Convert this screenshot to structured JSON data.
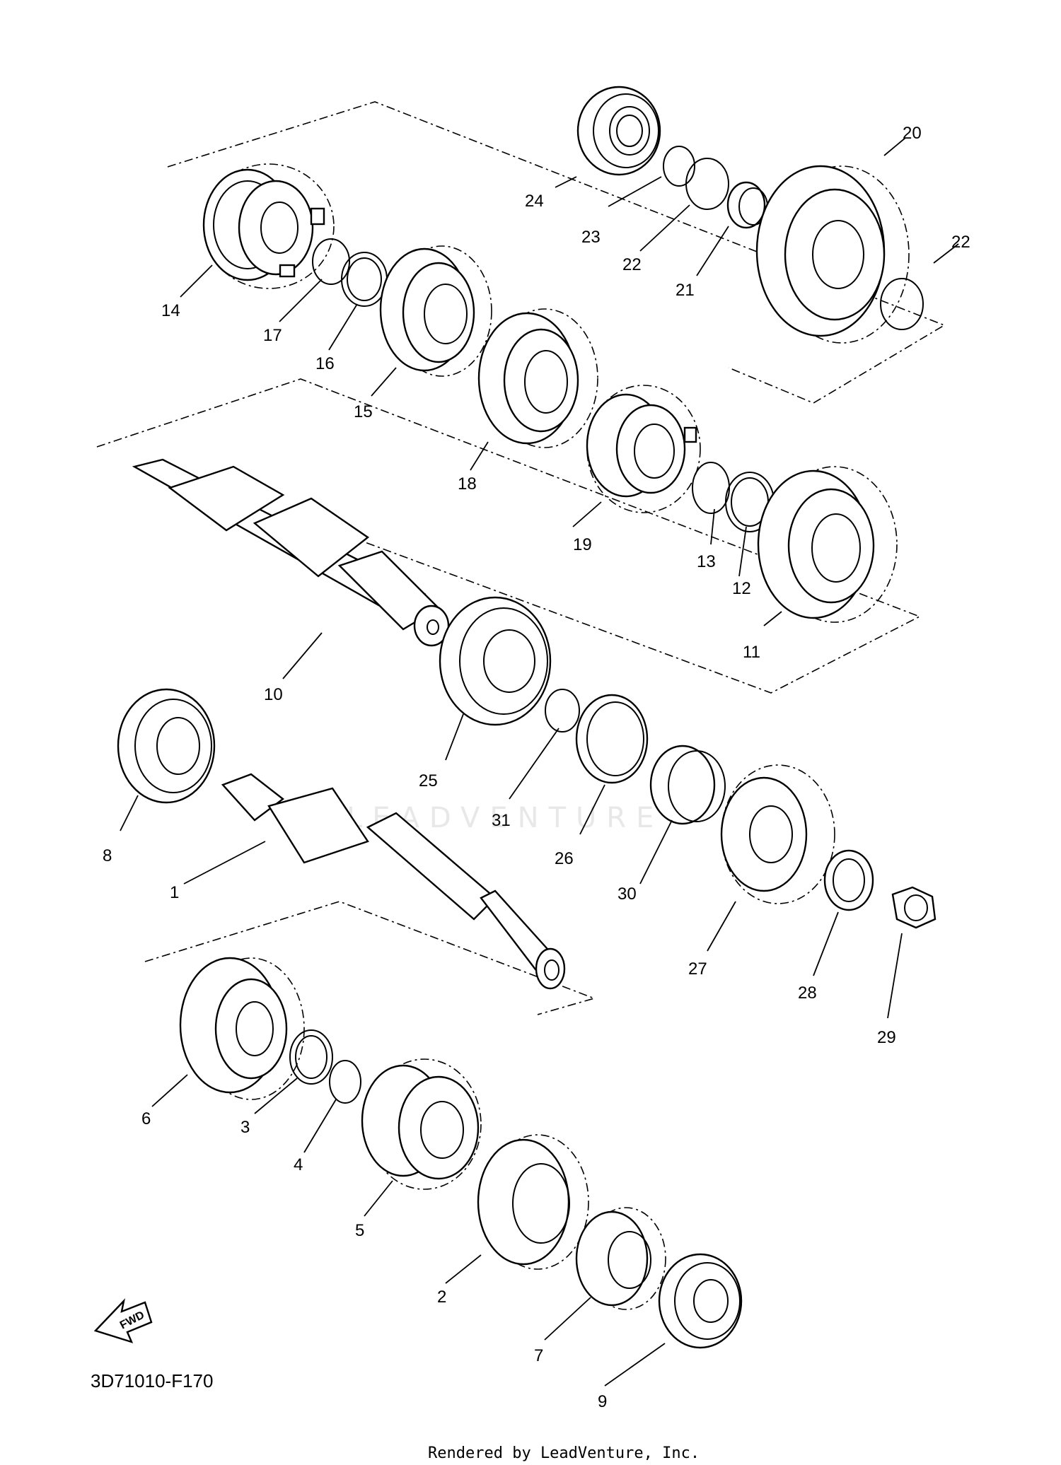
{
  "diagram": {
    "code": "3D71010-F170",
    "footer": "Rendered by LeadVenture, Inc.",
    "watermark": "LEADVENTURE",
    "fwd_label": "FWD"
  },
  "callouts": [
    {
      "id": "1",
      "text": "1"
    },
    {
      "id": "2",
      "text": "2"
    },
    {
      "id": "3",
      "text": "3"
    },
    {
      "id": "4",
      "text": "4"
    },
    {
      "id": "5",
      "text": "5"
    },
    {
      "id": "6",
      "text": "6"
    },
    {
      "id": "7",
      "text": "7"
    },
    {
      "id": "8",
      "text": "8"
    },
    {
      "id": "9",
      "text": "9"
    },
    {
      "id": "10",
      "text": "10"
    },
    {
      "id": "11",
      "text": "11"
    },
    {
      "id": "12",
      "text": "12"
    },
    {
      "id": "13",
      "text": "13"
    },
    {
      "id": "14",
      "text": "14"
    },
    {
      "id": "15",
      "text": "15"
    },
    {
      "id": "16",
      "text": "16"
    },
    {
      "id": "17",
      "text": "17"
    },
    {
      "id": "18",
      "text": "18"
    },
    {
      "id": "19",
      "text": "19"
    },
    {
      "id": "20",
      "text": "20"
    },
    {
      "id": "21",
      "text": "21"
    },
    {
      "id": "22a",
      "text": "22"
    },
    {
      "id": "22b",
      "text": "22"
    },
    {
      "id": "23",
      "text": "23"
    },
    {
      "id": "24",
      "text": "24"
    },
    {
      "id": "25",
      "text": "25"
    },
    {
      "id": "26",
      "text": "26"
    },
    {
      "id": "27",
      "text": "27"
    },
    {
      "id": "28",
      "text": "28"
    },
    {
      "id": "29",
      "text": "29"
    },
    {
      "id": "30",
      "text": "30"
    },
    {
      "id": "31",
      "text": "31"
    }
  ]
}
